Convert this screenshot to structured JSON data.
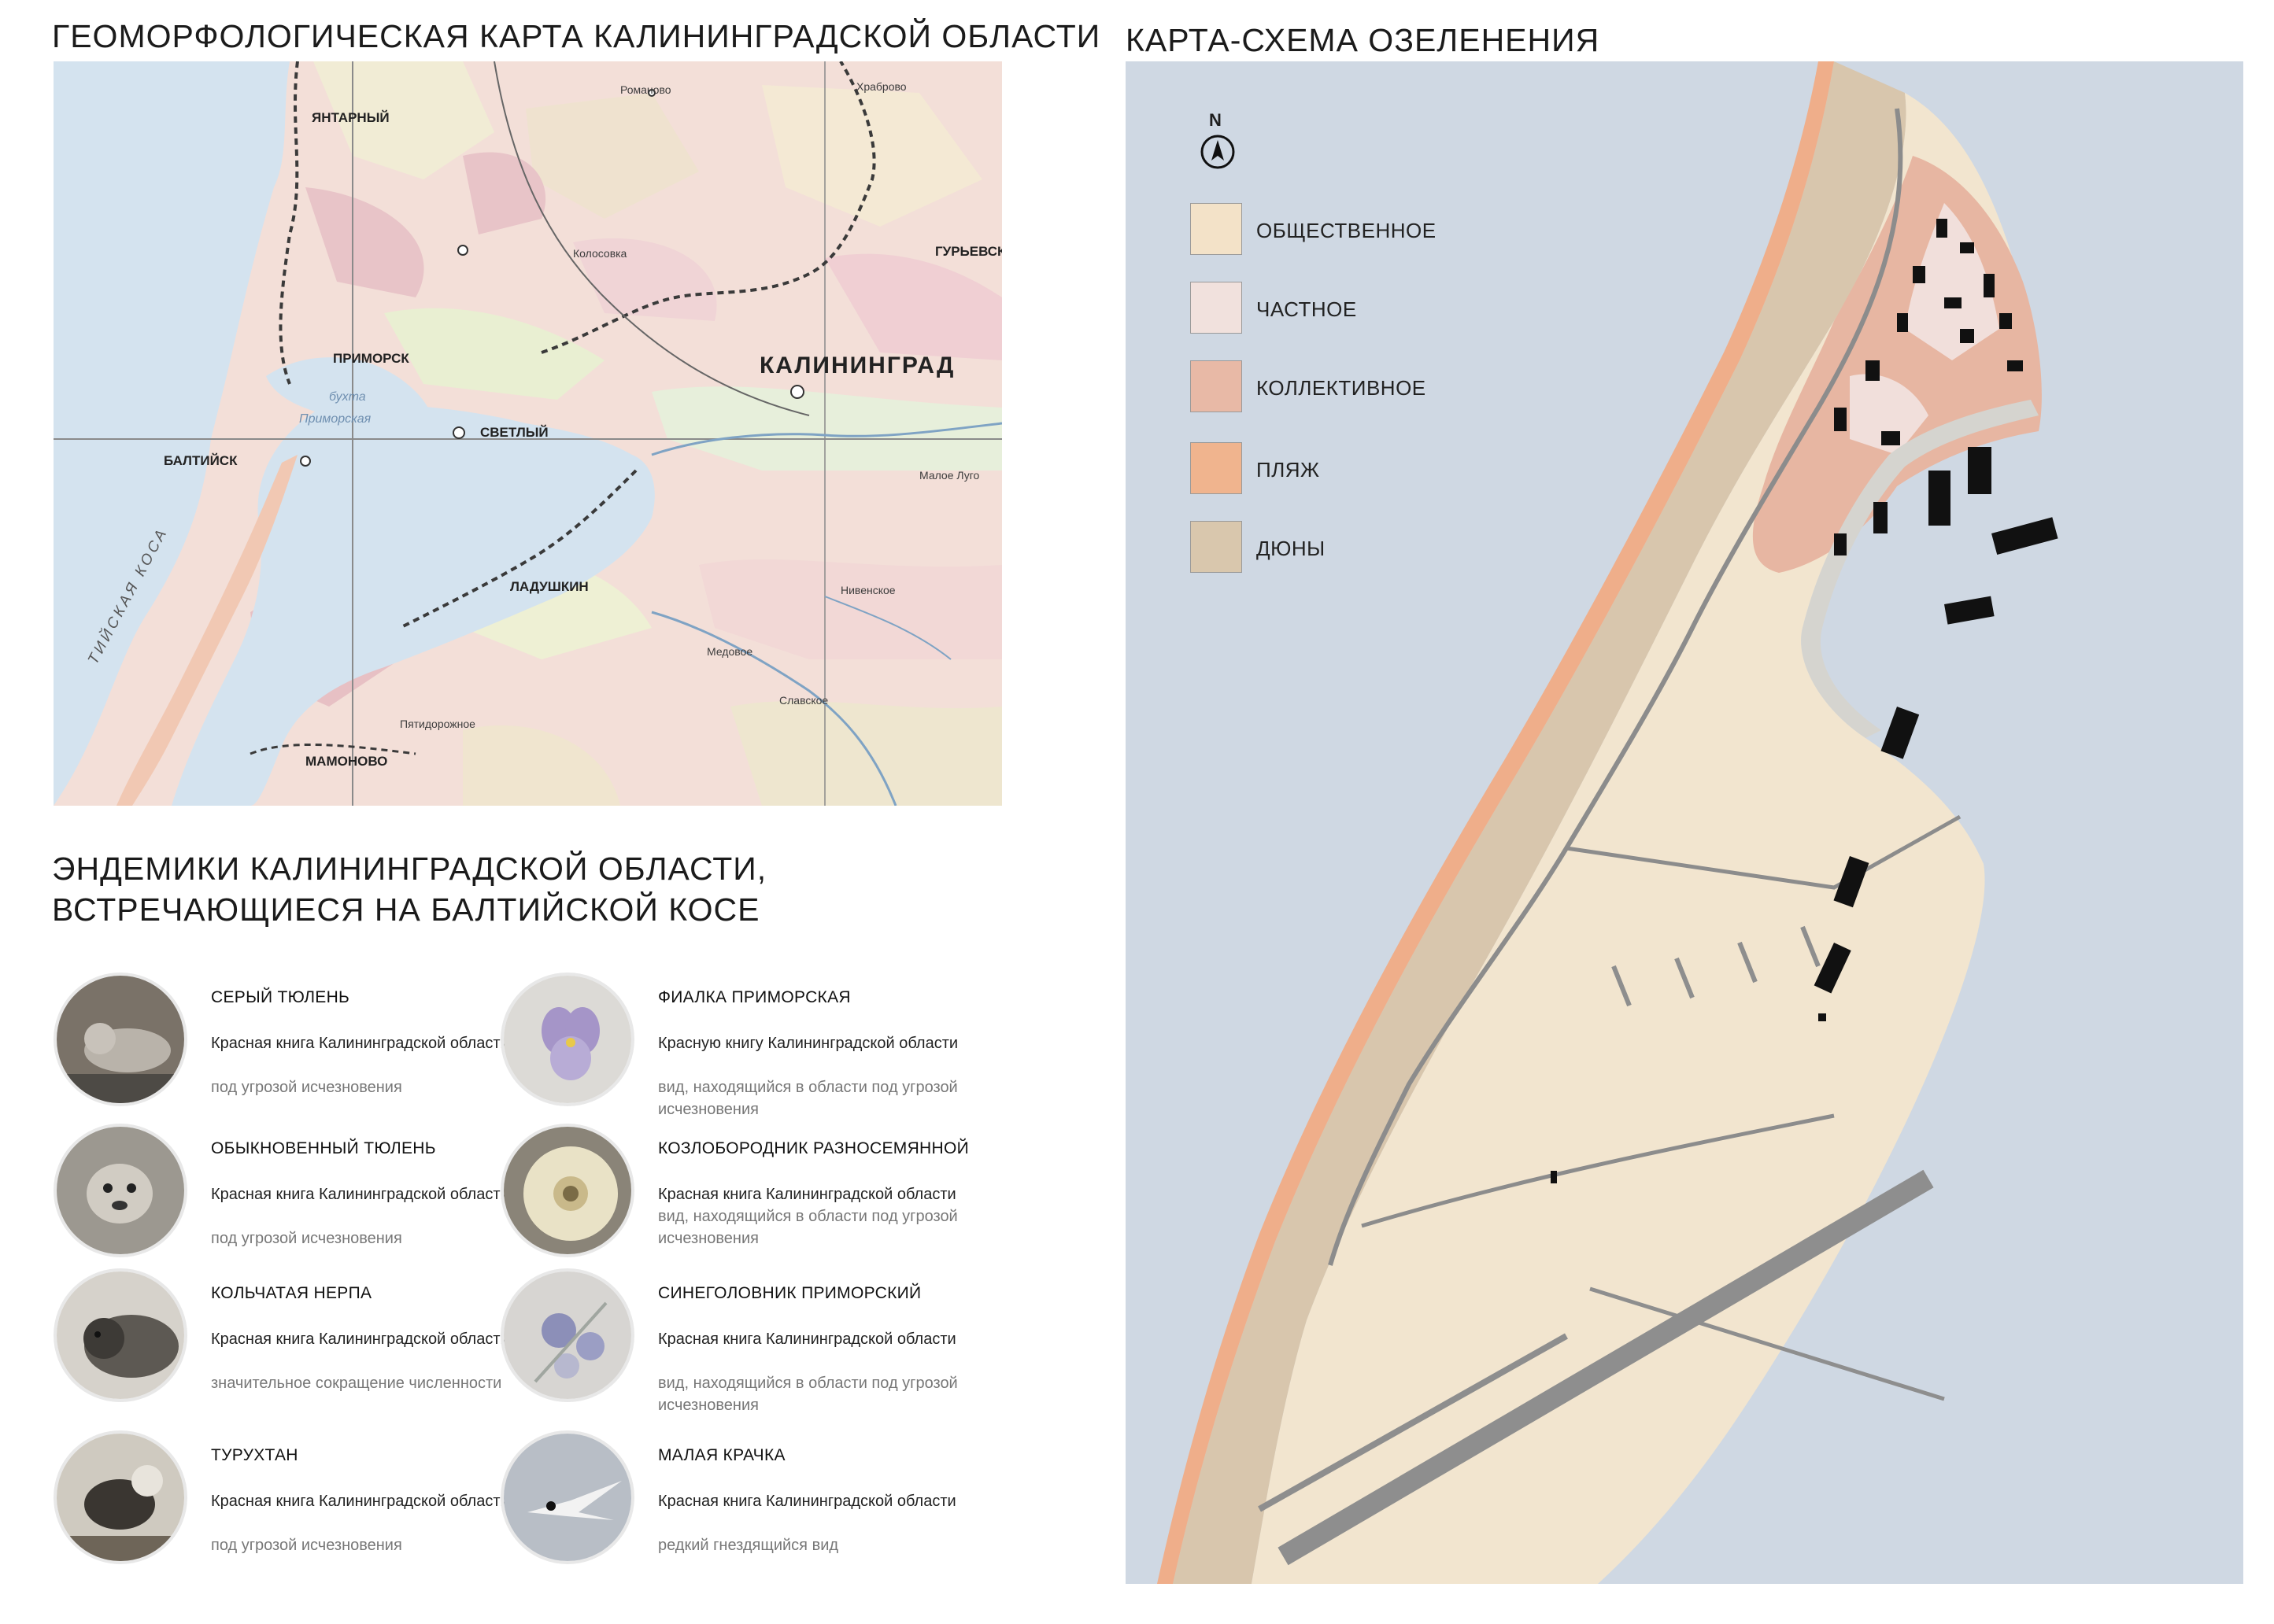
{
  "geo_map": {
    "title": "ГЕОМОРФОЛОГИЧЕСКАЯ КАРТА КАЛИНИНГРАДСКОЙ ОБЛАСТИ",
    "labels": {
      "yantarny": "ЯНТАРНЫЙ",
      "romanovo": "Романово",
      "khrabrovo": "Храброво",
      "kolosovka": "Колосовка",
      "guryevsk": "ГУРЬЕВСК",
      "primorsk": "ПРИМОРСК",
      "bay_1": "бухта",
      "bay_2": "Приморская",
      "kaliningrad": "КАЛИНИНГРАД",
      "svetly": "СВЕТЛЫЙ",
      "baltiysk": "БАЛТИЙСК",
      "maloe_lugovoe": "Малое Луго",
      "ladushkin": "ЛАДУШКИН",
      "nivenskoe": "Нивенское",
      "medovoe": "Медовое",
      "slavskoe": "Славское",
      "pyatidorozhnoe": "Пятидорожное",
      "mamonovo": "МАМОНОВО",
      "spit": "ТИЙСКАЯ КОСА"
    }
  },
  "greening_map": {
    "title": "КАРТА-СХЕМА ОЗЕЛЕНЕНИЯ",
    "north_label": "N",
    "legend": [
      {
        "label": "ОБЩЕСТВЕННОЕ",
        "color": "#f3e2c8"
      },
      {
        "label": "ЧАСТНОЕ",
        "color": "#f1e1dd"
      },
      {
        "label": "КОЛЛЕКТИВНОЕ",
        "color": "#e8b9a6"
      },
      {
        "label": "ПЛЯЖ",
        "color": "#f0b48e"
      },
      {
        "label": "ДЮНЫ",
        "color": "#d9c7ad"
      }
    ]
  },
  "endemics": {
    "title_line1": "ЭНДЕМИКИ КАЛИНИНГРАДСКОЙ ОБЛАСТИ,",
    "title_line2": "ВСТРЕЧАЮЩИЕСЯ НА БАЛТИЙСКОЙ КОСЕ",
    "species": [
      {
        "name": "СЕРЫЙ ТЮЛЕНЬ",
        "status": "Красная книга Калининградской области",
        "note": "под угрозой исчезновения",
        "icon": "grey-seal-photo"
      },
      {
        "name": "ФИАЛКА ПРИМОРСКАЯ",
        "status": "Красную книгу Калининградской области",
        "note": "вид, находящийся в области под угрозой исчезновения",
        "icon": "sea-violet-photo"
      },
      {
        "name": "ОБЫКНОВЕННЫЙ ТЮЛЕНЬ",
        "status": "Красная книга Калининградской области",
        "note": "под угрозой исчезновения",
        "icon": "harbor-seal-photo"
      },
      {
        "name": "КОЗЛОБОРОДНИК РАЗНОСЕМЯННОЙ",
        "status": "Красная книга Калининградской области",
        "note": "вид, находящийся в области под угрозой исчезновения",
        "icon": "goatsbeard-photo"
      },
      {
        "name": "КОЛЬЧАТАЯ НЕРПА",
        "status": "Красная книга Калининградской области",
        "note": "значительное сокращение численности",
        "icon": "ringed-seal-photo"
      },
      {
        "name": "СИНЕГОЛОВНИК ПРИМОРСКИЙ",
        "status": "Красная книга Калининградской области",
        "note": "вид, находящийся в области под угрозой исчезновения",
        "icon": "sea-holly-photo"
      },
      {
        "name": "ТУРУХТАН",
        "status": "Красная книга Калининградской области",
        "note": "под угрозой исчезновения",
        "icon": "ruff-photo"
      },
      {
        "name": "МАЛАЯ КРАЧКА",
        "status": "Красная книга Калининградской области",
        "note": "редкий гнездящийся вид",
        "icon": "little-tern-photo"
      }
    ]
  }
}
